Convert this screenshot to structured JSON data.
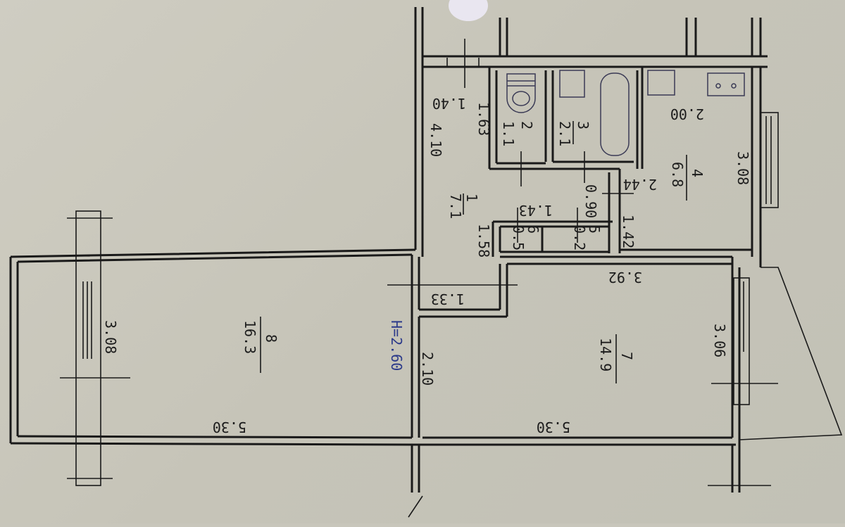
{
  "title": "Apartment floor plan",
  "ceiling_height": "H=2.60",
  "rooms": [
    {
      "number": "1",
      "area": "7.1"
    },
    {
      "number": "2",
      "area": "1.1"
    },
    {
      "number": "3",
      "area": "2.1"
    },
    {
      "number": "4",
      "area": "6.8"
    },
    {
      "number": "5",
      "area": "0.2"
    },
    {
      "number": "6",
      "area": "0.5"
    },
    {
      "number": "7",
      "area": "14.9"
    },
    {
      "number": "8",
      "area": "16.3"
    }
  ],
  "dimensions": {
    "room8_width": "3.08",
    "room8_length": "5.30",
    "room7_length": "5.30",
    "room7_width": "3.06",
    "room7_top": "3.92",
    "hall_wall": "2.10",
    "hall_lower": "1.33",
    "hall_side": "1.58",
    "hall_length": "4.10",
    "hall_top": "1.40",
    "hall_upper": "1.63",
    "closet_width": "1.43",
    "passage": "0.90",
    "kitchen_side": "1.42",
    "kitchen_door": "2.44",
    "kitchen_top": "2.00",
    "kitchen_width": "3.08"
  }
}
